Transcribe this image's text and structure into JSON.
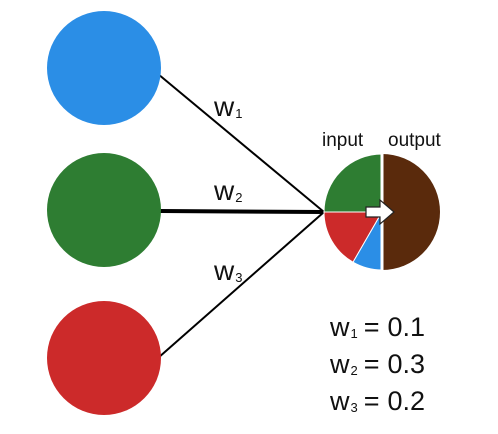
{
  "colors": {
    "blue": "#2b8ee6",
    "green": "#2e7d32",
    "red": "#cc2a2a",
    "brown": "#5a2a0c",
    "line": "#000000"
  },
  "inputs": [
    {
      "color_name": "blue"
    },
    {
      "color_name": "green"
    },
    {
      "color_name": "red"
    }
  ],
  "edges": [
    {
      "label": "w",
      "sub": "1"
    },
    {
      "label": "w",
      "sub": "2"
    },
    {
      "label": "w",
      "sub": "3"
    }
  ],
  "neuron": {
    "input_label": "input",
    "output_label": "output",
    "input_slices": [
      {
        "color_name": "green",
        "fraction": 0.25
      },
      {
        "color_name": "red",
        "fraction": 0.1667
      },
      {
        "color_name": "blue",
        "fraction": 0.0833
      }
    ],
    "arrow_icon": "right-arrow-icon"
  },
  "equations": [
    {
      "var": "w",
      "sub": "1",
      "op": "=",
      "value": "0.1"
    },
    {
      "var": "w",
      "sub": "2",
      "op": "=",
      "value": "0.3"
    },
    {
      "var": "w",
      "sub": "3",
      "op": "=",
      "value": "0.2"
    }
  ]
}
